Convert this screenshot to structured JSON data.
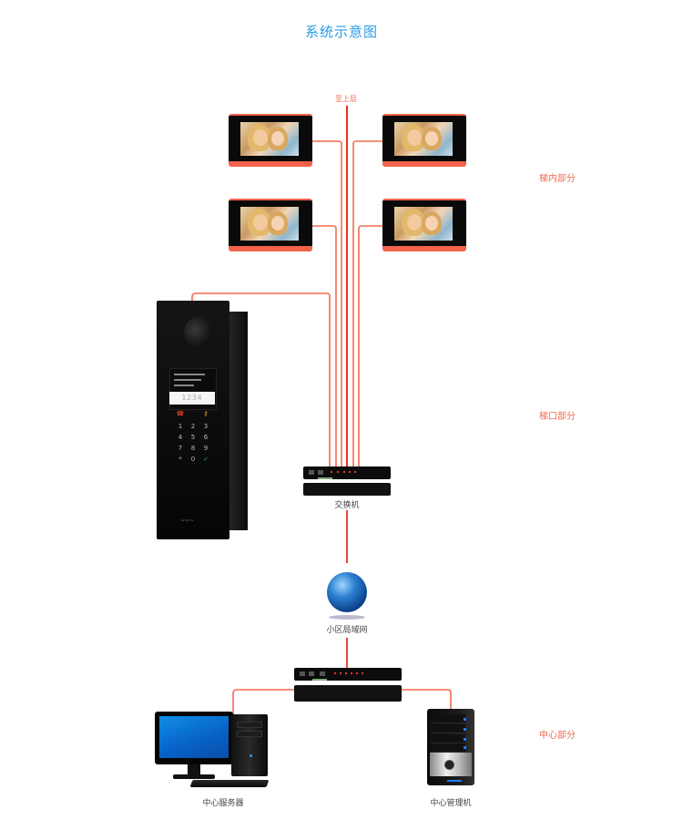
{
  "title": "系统示意图",
  "wire_color": "#f26b4f",
  "title_color": "#2a9be6",
  "top_label": "至上层",
  "sections": {
    "indoor": "梯内部分",
    "entrance": "梯口部分",
    "center": "中心部分"
  },
  "devices": {
    "indoor_monitors": [
      {
        "name": "indoor-monitor-1"
      },
      {
        "name": "indoor-monitor-2"
      },
      {
        "name": "indoor-monitor-3"
      },
      {
        "name": "indoor-monitor-4"
      }
    ],
    "door_station": {
      "display_code": "1234",
      "keypad": [
        "1",
        "2",
        "3",
        "4",
        "5",
        "6",
        "7",
        "8",
        "9",
        "*",
        "0",
        "✓"
      ]
    },
    "switch_label": "交换机",
    "lan_label": "小区局域网",
    "center_server_label": "中心服务器",
    "center_manager_label": "中心管理机"
  }
}
